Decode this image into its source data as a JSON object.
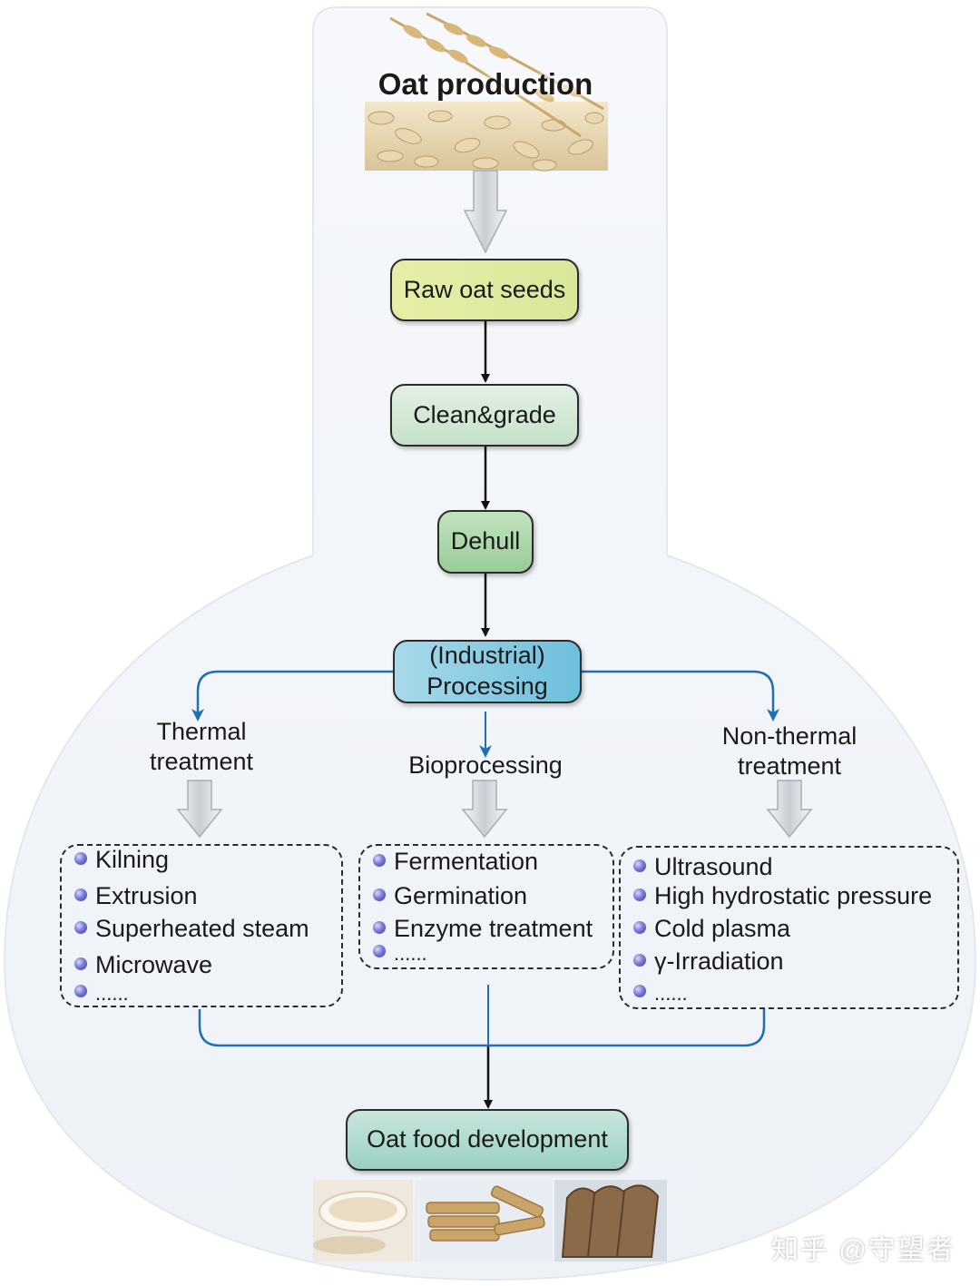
{
  "diagram": {
    "heading": "Oat production",
    "steps": {
      "raw": "Raw oat seeds",
      "clean": "Clean&grade",
      "dehull": "Dehull",
      "processing": "(Industrial)\nProcessing",
      "final": "Oat food development"
    },
    "branches": {
      "thermal": {
        "label": "Thermal\ntreatment",
        "items": [
          "Kilning",
          "Extrusion",
          "Superheated steam",
          "Microwave",
          "......"
        ]
      },
      "bio": {
        "label": "Bioprocessing",
        "items": [
          "Fermentation",
          "Germination",
          "Enzyme treatment",
          "......"
        ]
      },
      "nonthermal": {
        "label": "Non-thermal\ntreatment",
        "items": [
          "Ultrasound",
          "High hydrostatic pressure",
          "Cold plasma",
          "γ-Irradiation",
          "......"
        ]
      }
    }
  },
  "watermark": "知乎 @守望者",
  "colors": {
    "raw_box": "#e4eda0",
    "clean_box": "#cfe6d2",
    "dehull_box": "#a9d3a8",
    "processing_box": "#7ec7e0",
    "final_box": "#a9d8cc",
    "blue_connector": "#1f6fb5"
  }
}
